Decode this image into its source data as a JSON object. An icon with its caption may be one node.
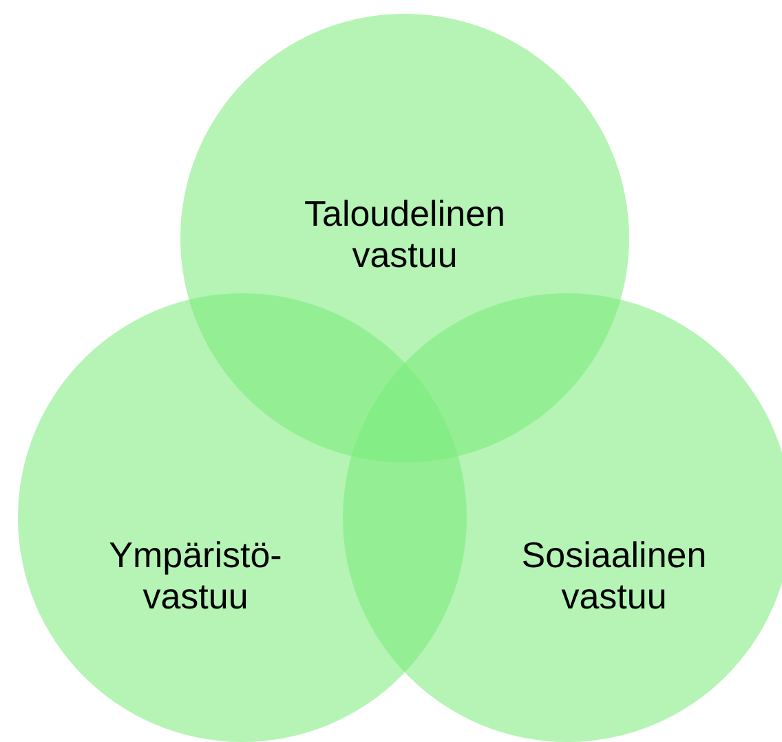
{
  "diagram": {
    "nodes": [
      {
        "text": [
          "Taloudelinen vastuu"
        ]
      },
      {
        "text": [
          "Ympäristö- vastuu"
        ]
      },
      {
        "text": [
          "Sosiaalinen vastuu"
        ]
      }
    ]
  }
}
